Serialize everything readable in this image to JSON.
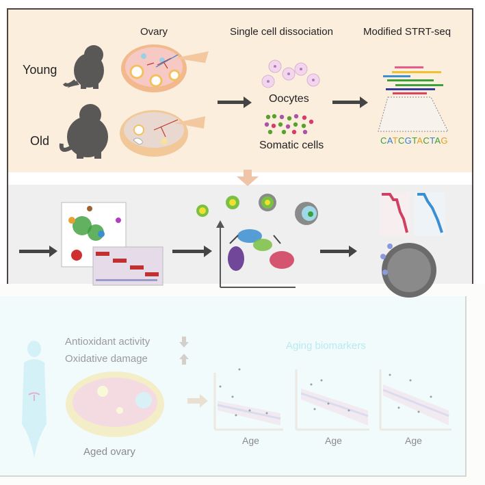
{
  "top_panel": {
    "col_ovary": "Ovary",
    "col_dissociation": "Single cell dissociation",
    "col_strt": "Modified STRT-seq",
    "row_young": "Young",
    "row_old": "Old",
    "oocytes": "Oocytes",
    "somatic": "Somatic cells",
    "sequence": "CATCGTACTAG",
    "sequence_colors": [
      "#3a9d3a",
      "#2f7fd0",
      "#e0a020",
      "#3a9d3a",
      "#2f7fd0",
      "#3a9d3a",
      "#e0a020",
      "#3a9d3a",
      "#2f7fd0",
      "#3a9d3a",
      "#e0a020"
    ]
  },
  "bottom_panel": {
    "antioxidant": "Antioxidant activity",
    "oxidative": "Oxidative damage",
    "aged_ovary": "Aged ovary",
    "biomarkers": "Aging biomarkers",
    "age_labels": [
      "Age",
      "Age",
      "Age"
    ]
  },
  "colors": {
    "top_bg": "#fbeedd",
    "middle_bg": "#efefef",
    "bottom_bg": "#f4fbf8",
    "frame": "#4a4340",
    "biomarker_title": "#7fd8ea"
  }
}
